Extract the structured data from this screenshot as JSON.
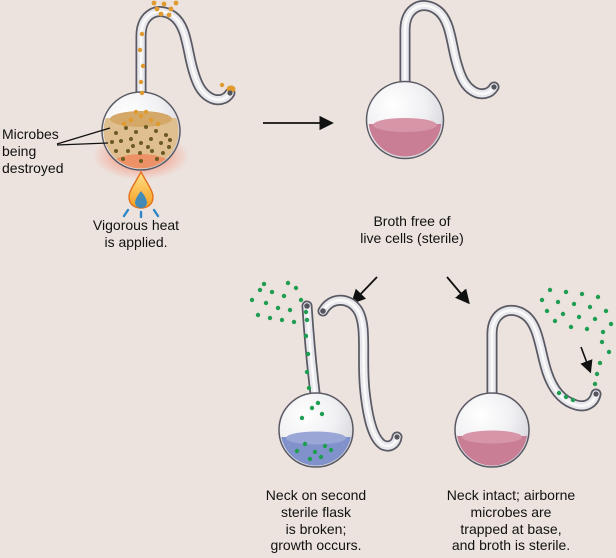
{
  "colors": {
    "background": "#ece3de",
    "broth_pink": "#c97e95",
    "broth_pink_surface": "#d795a8",
    "broth_blue": "#8191cb",
    "broth_blue_surface": "#99a6d6",
    "broth_heated": "#dfbf8f",
    "broth_heated_surface": "#d3a869",
    "microbe_green": "#1e9e50",
    "microbe_orange": "#e09a2e",
    "microbe_dark": "#6b5a22",
    "flame_orange": "#f59f1e",
    "flame_blue": "#2f86c8",
    "heat_glow": "#ff5a36",
    "arrow": "#111111",
    "text": "#111111"
  },
  "labels": {
    "microbes_destroyed": "Microbes\nbeing\ndestroyed",
    "vigorous_heat": "Vigorous heat\nis applied.",
    "broth_sterile": "Broth free of\nlive cells (sterile)",
    "neck_broken": "Neck on second\nsterile flask\nis broken;\ngrowth occurs.",
    "neck_intact": "Neck intact; airborne\nmicrobes are\ntrapped at base,\nand broth is sterile."
  }
}
